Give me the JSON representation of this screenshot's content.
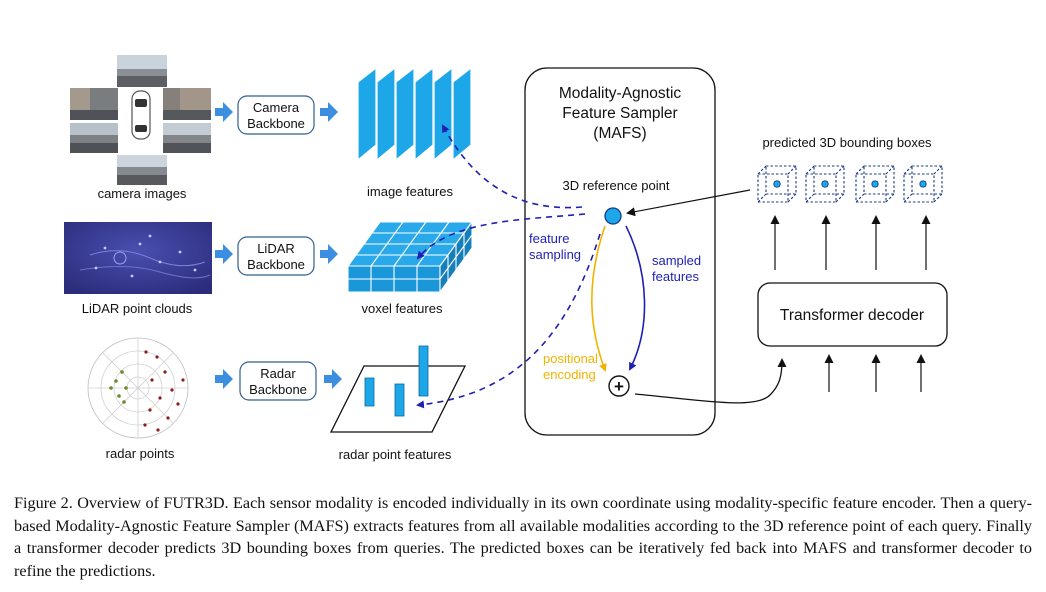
{
  "inputs": {
    "camera_label": "camera images",
    "lidar_label": "LiDAR point clouds",
    "radar_label": "radar points"
  },
  "backbones": {
    "camera": [
      "Camera",
      "Backbone"
    ],
    "lidar": [
      "LiDAR",
      "Backbone"
    ],
    "radar": [
      "Radar",
      "Backbone"
    ]
  },
  "features": {
    "image": "image features",
    "voxel": "voxel features",
    "radar": "radar point features"
  },
  "mafs": {
    "title": [
      "Modality-Agnostic",
      "Feature Sampler",
      "(MAFS)"
    ],
    "reference_point": "3D reference point",
    "feature_sampling": [
      "feature",
      "sampling"
    ],
    "sampled_features": [
      "sampled",
      "features"
    ],
    "positional_encoding": [
      "positional",
      "encoding"
    ],
    "plus_symbol": "+"
  },
  "decoder": {
    "boxes_label": "predicted 3D bounding boxes",
    "transformer": "Transformer decoder"
  },
  "caption": "Figure 2.  Overview of FUTR3D. Each sensor modality is encoded individually in its own coordinate using modality-specific feature encoder. Then a query-based Modality-Agnostic Feature Sampler (MAFS) extracts features from all available modalities according to the 3D reference point of each query. Finally a transformer decoder predicts 3D bounding boxes from queries. The predicted boxes can be iteratively fed back into MAFS and transformer decoder to refine the predictions.",
  "colors": {
    "feature_blue": "#1ea7e8",
    "arrow_navy": "#1f1fb4",
    "positional_orange": "#f0b400",
    "lidar_purple": "#3d3f92"
  }
}
